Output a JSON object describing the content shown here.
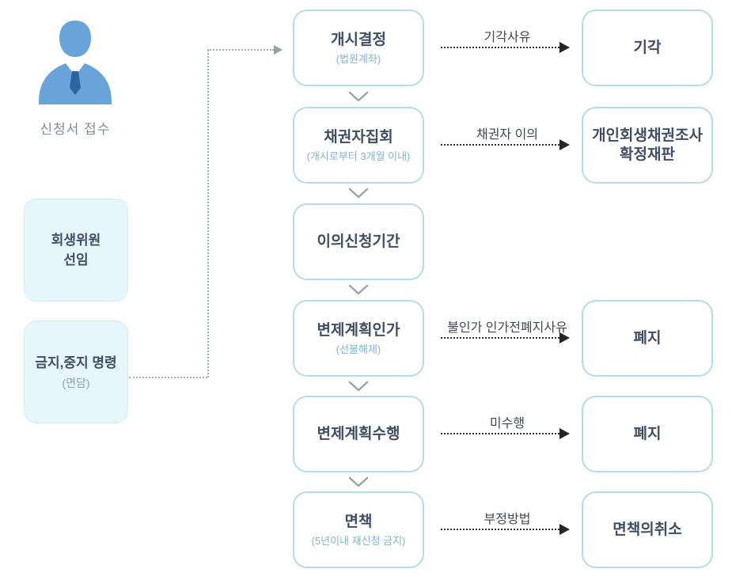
{
  "person": {
    "label": "신청서 접수"
  },
  "sidebar": {
    "boxes": [
      {
        "line1": "회생위원",
        "line2": "선임",
        "sub": ""
      },
      {
        "line1": "금지,중지 명령",
        "line2": "",
        "sub": "(면담)"
      }
    ]
  },
  "flow": {
    "steps": [
      {
        "title": "개시결정",
        "sub": "(법원계좌)"
      },
      {
        "title": "채권자집회",
        "sub": "(개시로부터 3개월 이내)"
      },
      {
        "title": "이의신청기간",
        "sub": ""
      },
      {
        "title": "변제계획인가",
        "sub": "(선불해제)"
      },
      {
        "title": "변제계획수행",
        "sub": ""
      },
      {
        "title": "면책",
        "sub": "(5년이내 재신청 금지)"
      }
    ]
  },
  "branches": [
    {
      "label": "기각사유",
      "target1": "기각",
      "target2": ""
    },
    {
      "label": "채권자 이의",
      "target1": "개인회생채권조사",
      "target2": "확정재판"
    },
    {
      "label": "불인가 인가전폐지사유",
      "target1": "폐지",
      "target2": ""
    },
    {
      "label": "미수행",
      "target1": "폐지",
      "target2": ""
    },
    {
      "label": "부정방법",
      "target1": "면책의취소",
      "target2": ""
    }
  ],
  "colors": {
    "box_border": "#b5dcec",
    "box_title": "#3f4e63",
    "box_sub": "#85b4ca",
    "side_box_fill": "#e7f6fa",
    "person_blue": "#68a3d9",
    "tie_blue": "#2e64a0",
    "branch_arrow": "#262626",
    "connector_gray": "#a3b1bb"
  }
}
